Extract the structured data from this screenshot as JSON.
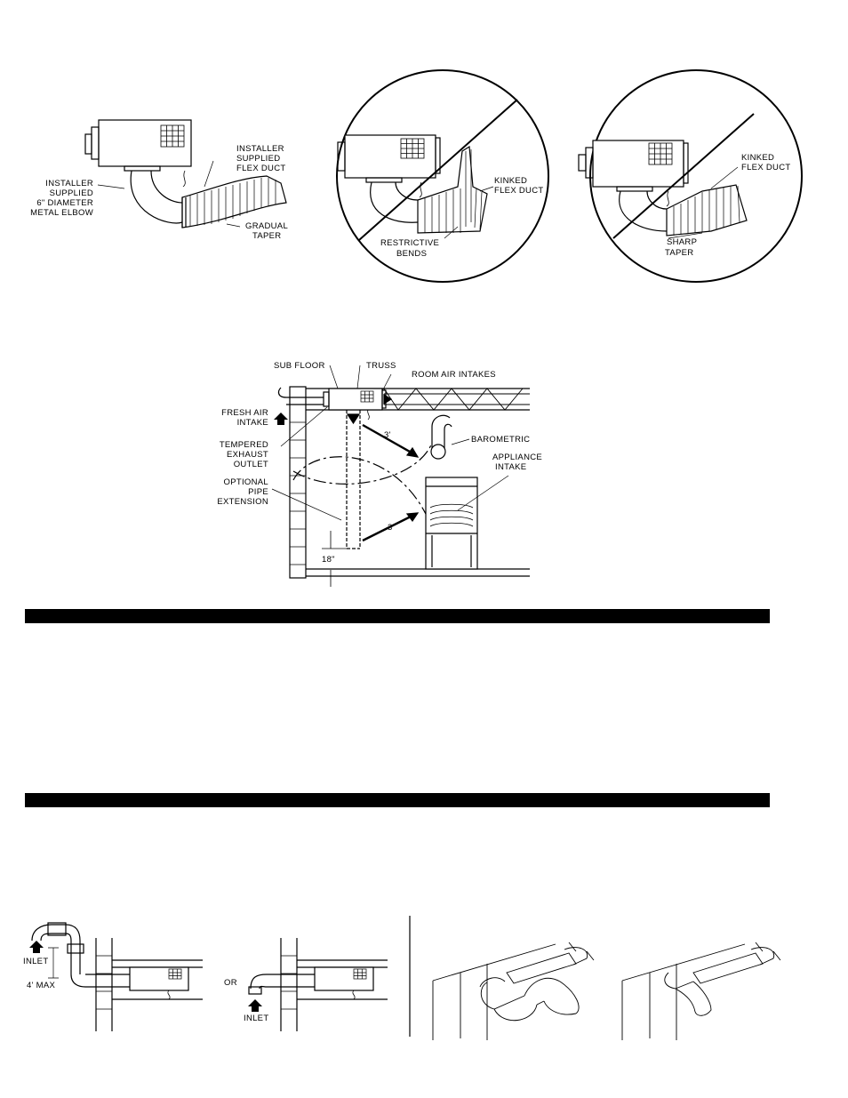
{
  "fig1": {
    "correct": {
      "elbow_label": [
        "INSTALLER",
        "SUPPLIED",
        "6\" DIAMETER",
        "METAL ELBOW"
      ],
      "duct_label": [
        "INSTALLER",
        "SUPPLIED",
        "FLEX DUCT"
      ],
      "taper_label": [
        "GRADUAL",
        "TAPER"
      ]
    },
    "wrong_bends": {
      "kinked_label": [
        "KINKED",
        "FLEX DUCT"
      ],
      "bends_label": [
        "RESTRICTIVE",
        "BENDS"
      ]
    },
    "wrong_taper": {
      "kinked_label": [
        "KINKED",
        "FLEX DUCT"
      ],
      "taper_label": [
        "SHARP",
        "TAPER"
      ]
    }
  },
  "fig2": {
    "sub_floor": "SUB FLOOR",
    "truss": "TRUSS",
    "room_air_intakes": "ROOM AIR INTAKES",
    "fresh_air": [
      "FRESH AIR",
      "INTAKE"
    ],
    "tempered": [
      "TEMPERED",
      "EXHAUST",
      "OUTLET"
    ],
    "optional": [
      "OPTIONAL",
      "PIPE",
      "EXTENSION"
    ],
    "barometric": "BAROMETRIC",
    "appliance": [
      "APPLIANCE",
      "INTAKE"
    ],
    "dim_top": "3'",
    "dim_bottom": "3'",
    "dim_height": "18\""
  },
  "bars": [
    "",
    ""
  ],
  "fig3": {
    "inlet_left": "INLET",
    "max_label": "4' MAX",
    "or_label": "OR",
    "inlet_right": "INLET"
  }
}
